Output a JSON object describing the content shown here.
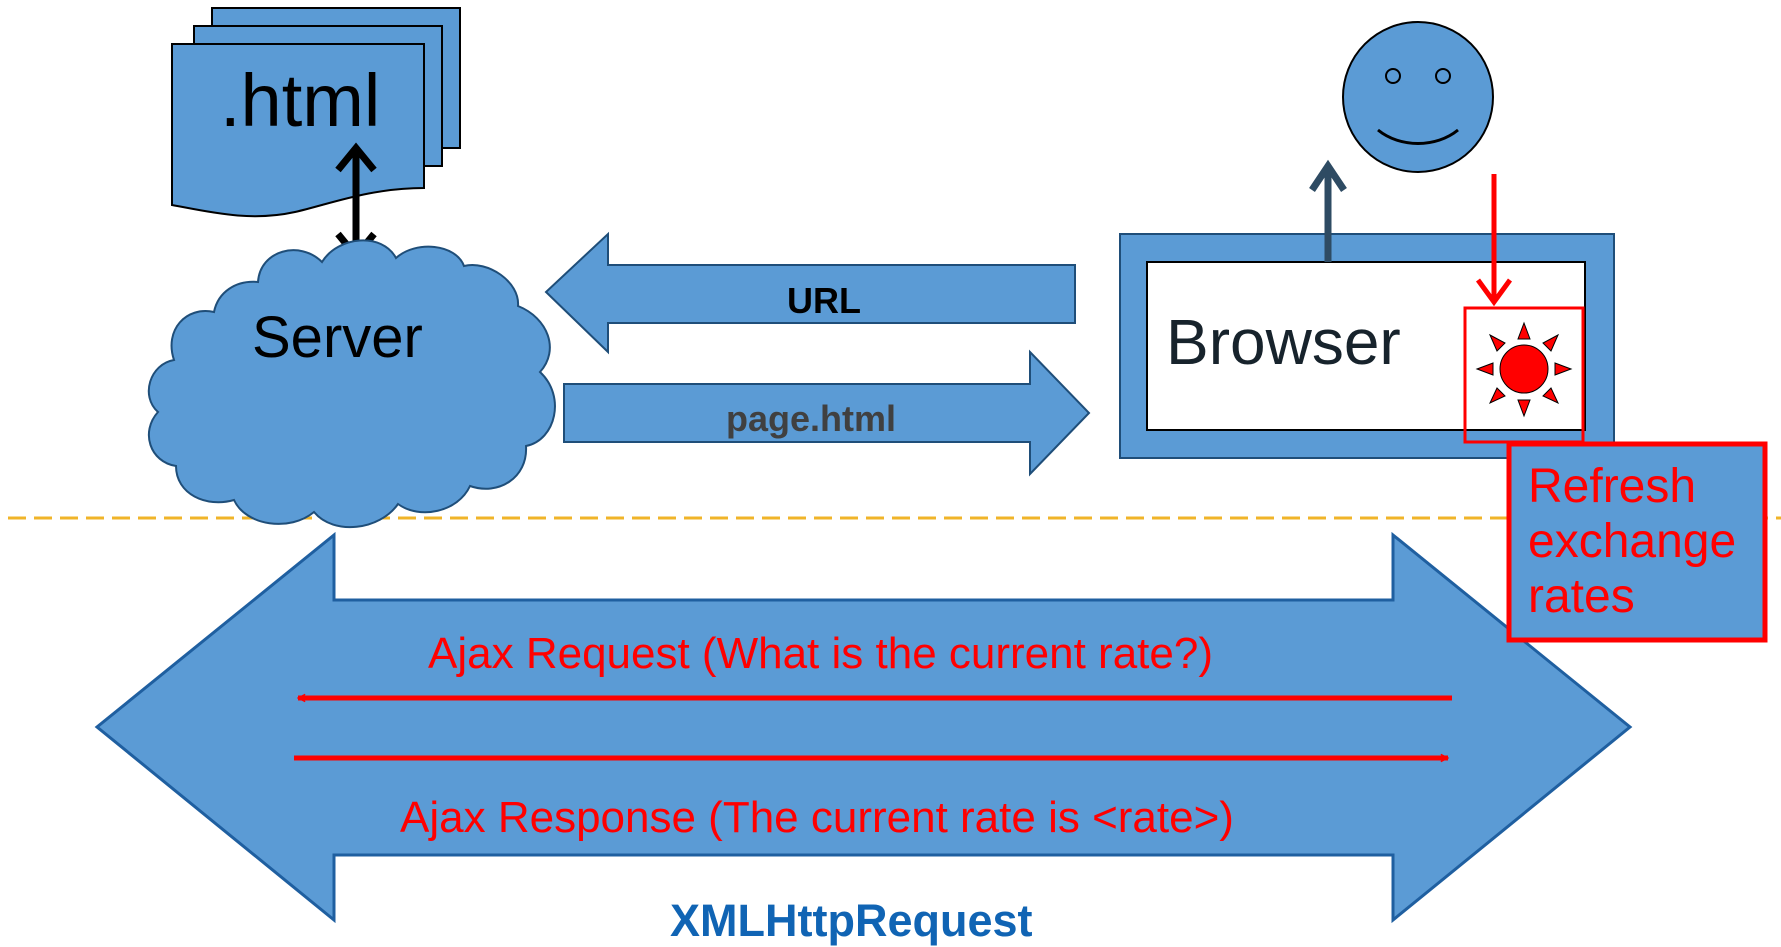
{
  "files": {
    "label": ".html"
  },
  "server": {
    "label": "Server"
  },
  "browser": {
    "label": "Browser"
  },
  "arrows": {
    "url_label": "URL",
    "page_label": "page.html"
  },
  "refresh": {
    "lines": [
      "Refresh",
      "exchange",
      "rates"
    ]
  },
  "ajax": {
    "request_label": "Ajax Request (What is the current rate?)",
    "response_label": "Ajax Response (The current rate is <rate>)"
  },
  "xhr": {
    "label": "XMLHttpRequest"
  },
  "colors": {
    "shape_fill": "#5b9bd5",
    "shape_stroke": "#1f5fa0",
    "ajax_red": "#ff0000",
    "divider": "#f0b429",
    "xhr_text": "#1064b4"
  },
  "icons": {
    "user": "smiley-face-icon",
    "refresh": "sun-refresh-icon"
  }
}
